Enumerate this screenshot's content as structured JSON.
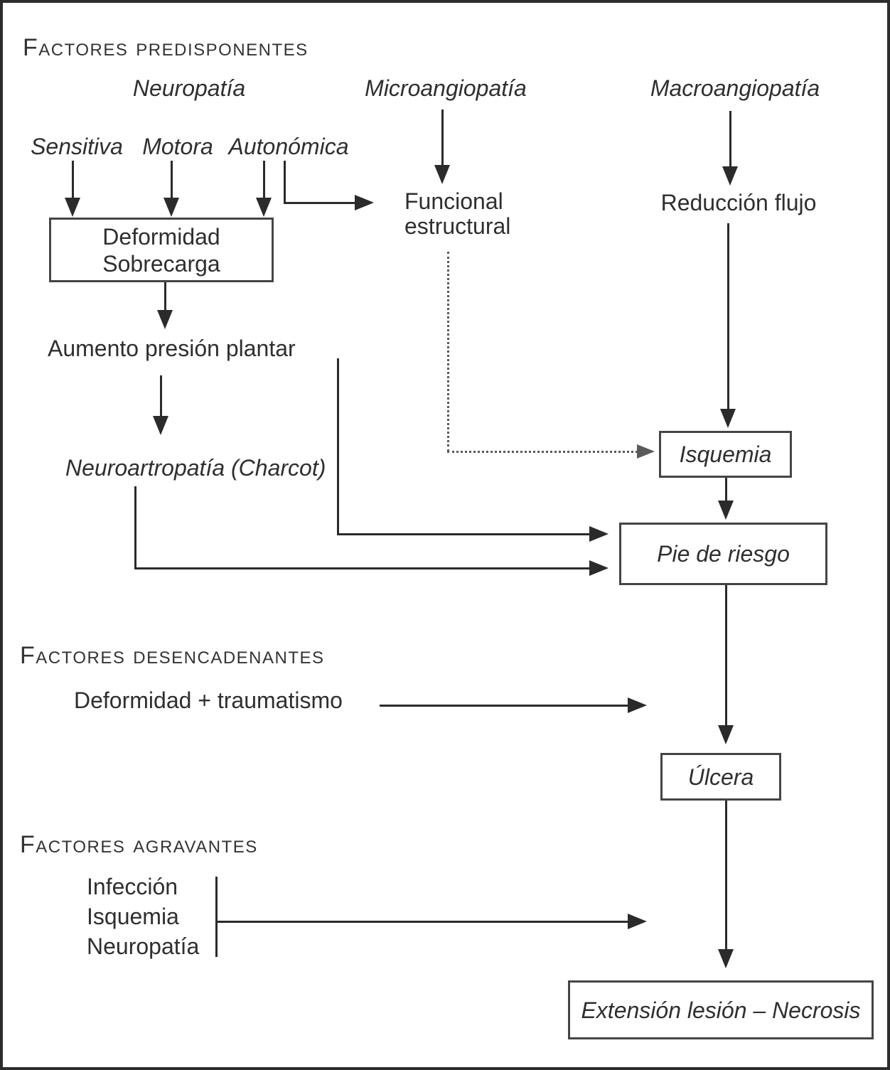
{
  "colors": {
    "ink": "#2b2b2b",
    "text": "#2f2f2f",
    "box_border": "#454545",
    "outer_border": "#2d2d2d",
    "background": "#ffffff"
  },
  "sections": {
    "predisponentes": {
      "title": "Factores predisponentes"
    },
    "desencadenantes": {
      "title": "Factores desencadenantes"
    },
    "agravantes": {
      "title": "Factores agravantes"
    }
  },
  "nodes": {
    "neuropatia": "Neuropatía",
    "microangiopatia": "Microangiopatía",
    "macroangiopatia": "Macroangiopatía",
    "sensitiva": "Sensitiva",
    "motora": "Motora",
    "autonomica": "Autonómica",
    "funcional_line1": "Funcional",
    "funcional_line2": "estructural",
    "reduccion_flujo": "Reducción flujo",
    "deformidad_line1": "Deformidad",
    "deformidad_line2": "Sobrecarga",
    "aumento_presion_plantar": "Aumento presión plantar",
    "neuroartropatia_charcot": "Neuroartropatía (Charcot)",
    "isquemia": "Isquemia",
    "pie_de_riesgo": "Pie de riesgo",
    "deformidad_traumatismo": "Deformidad + traumatismo",
    "ulcera": "Úlcera",
    "agravantes_lista": [
      "Infección",
      "Isquemia",
      "Neuropatía"
    ],
    "extension_lesion_necrosis": "Extensión lesión – Necrosis"
  }
}
